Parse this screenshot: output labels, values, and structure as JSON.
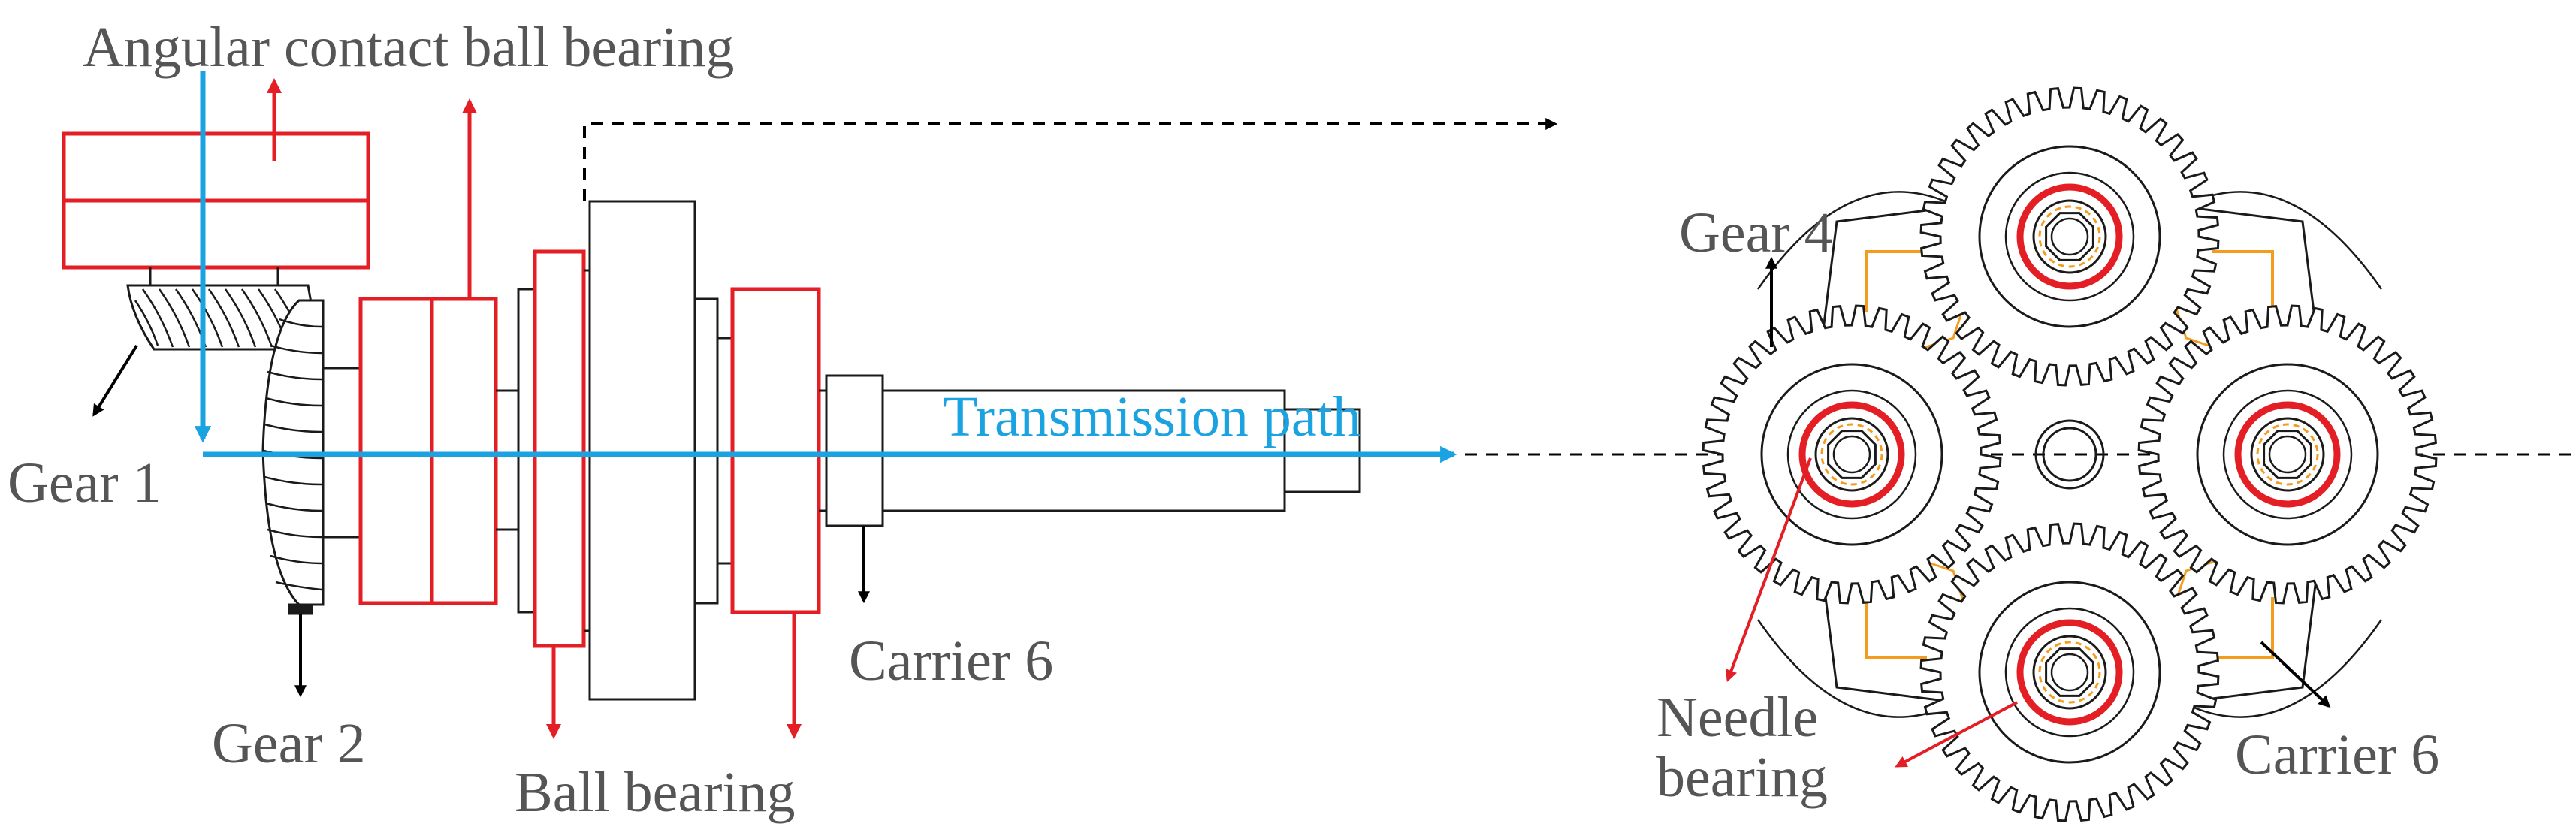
{
  "labels": {
    "angular_bearing": "Angular contact ball bearing",
    "gear1": "Gear 1",
    "gear2": "Gear 2",
    "ball_bearing": "Ball bearing",
    "carrier6_left": "Carrier 6",
    "transmission_path": "Transmission path",
    "gear4": "Gear 4",
    "needle_line1": "Needle",
    "needle_line2": "bearing",
    "carrier6_right": "Carrier 6"
  },
  "colors": {
    "bearing": "#e31e24",
    "path": "#1aa3e0",
    "outline": "#1a1a1a",
    "carrier": "#f39c1e",
    "text": "#555555"
  }
}
